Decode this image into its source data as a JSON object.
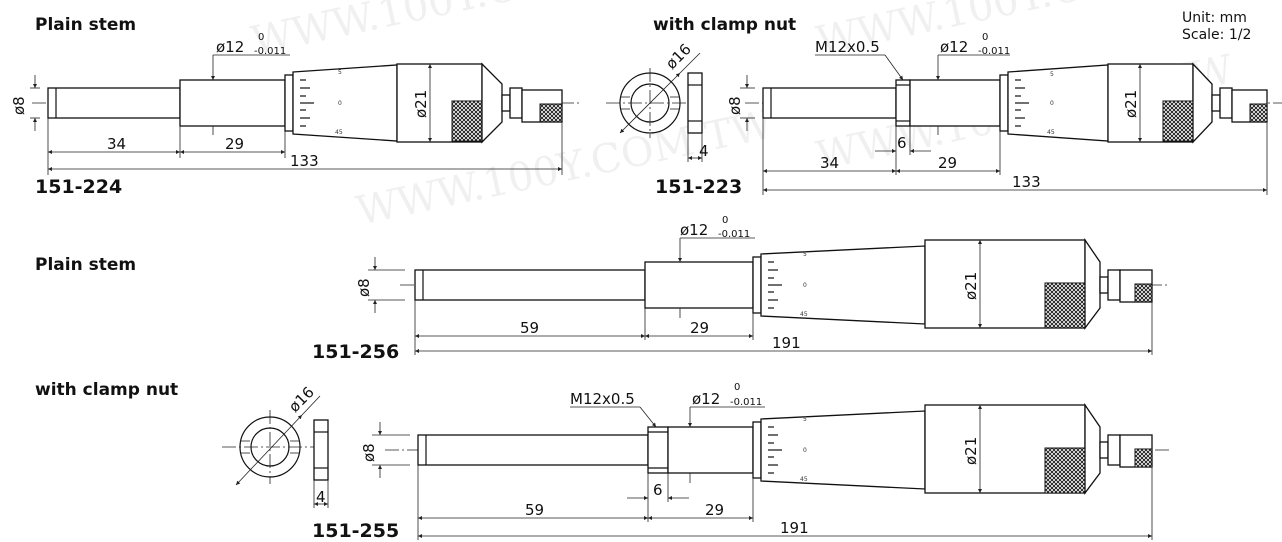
{
  "info": {
    "unit": "Unit: mm",
    "scale": "Scale: 1/2"
  },
  "headings": {
    "plain1": "Plain stem",
    "clamp1": "with clamp nut",
    "plain2": "Plain stem",
    "clamp2": "with clamp nut"
  },
  "models": {
    "m224": "151-224",
    "m223": "151-223",
    "m256": "151-256",
    "m255": "151-255"
  },
  "dimensions": {
    "dia8": "ø8",
    "dia12": "ø12",
    "tol_upper": "0",
    "tol_lower": "-0.011",
    "dia16": "ø16",
    "dia21": "ø21",
    "thread": "M12x0.5",
    "len34": "34",
    "len29": "29",
    "len133": "133",
    "len6": "6",
    "len4": "4",
    "len59": "59",
    "len191": "191"
  },
  "thimble_marks": [
    "5",
    "0",
    "45"
  ],
  "watermark": "WWW.100Y.COM.TW",
  "colors": {
    "line": "#111111",
    "watermark": "#d6d6d6"
  }
}
